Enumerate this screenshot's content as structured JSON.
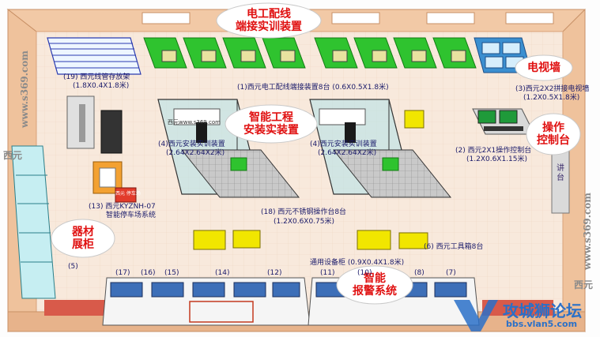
{
  "bubbles": {
    "dianggong": {
      "line1": "电工配线",
      "line2": "端接实训装置"
    },
    "tv_wall": "电视墙",
    "console": {
      "line1": "操作",
      "line2": "控制台"
    },
    "install": {
      "line1": "智能工程",
      "line2": "安装实装置"
    },
    "equip": {
      "line1": "器材",
      "line2": "展柜"
    },
    "alarm": {
      "line1": "智能",
      "line2": "报警系统"
    }
  },
  "labels": {
    "l19a": "(19) 西元线管存放架",
    "l19b": "(1.8X0.4X1.8米)",
    "l1": "(1)西元电工配线端接装置8台 (0.6X0.5X1.8米)",
    "l3a": "(3)西元2X2拼接电视墙",
    "l3b": "(1.2X0.5X1.8米)",
    "l2a": "(2) 西元2X1操作控制台",
    "l2b": "(1.2X0.6X1.15米)",
    "l4a": "(4)西元安装实训装置",
    "l4b": "(2.64X2.64X2米)",
    "l4c": "(4)西元安装实训装置",
    "l4d": "(2.64X2.64X2米)",
    "l18a": "(18) 西元不锈钢操作台8台",
    "l18b": "(1.2X0.6X0.75米)",
    "l6": "(6) 西元工具箱8台",
    "l_cab": "通用设备柜 (0.9X0.4X1.8米)",
    "l13a": "(13) 西元KYZNH-07",
    "l13b": "智能停车场系统",
    "l5": "(5)",
    "n17": "(17)",
    "n16": "(16)",
    "n15": "(15)",
    "n14": "(14)",
    "n12": "(12)",
    "n11": "(11)",
    "n10": "(10)",
    "n8": "(8)",
    "n7": "(7)",
    "jiangtai": "讲台",
    "cabinet_text": "西元www.s369.com",
    "red_sign": "西元 停车场"
  },
  "watermarks": {
    "left": "www.s369.com",
    "left_brand": "西元",
    "right": "www.s369.com",
    "right_brand": "西元",
    "forum_title": "攻城狮论坛",
    "forum_url": "bbs.vlan5.com"
  },
  "colors": {
    "floor": "#f7e6d8",
    "wall": "#e8b890",
    "green": "#2fc32f",
    "yellow": "#f1e600",
    "bubble_text": "#e01010",
    "glass": "#b8e2e8"
  }
}
